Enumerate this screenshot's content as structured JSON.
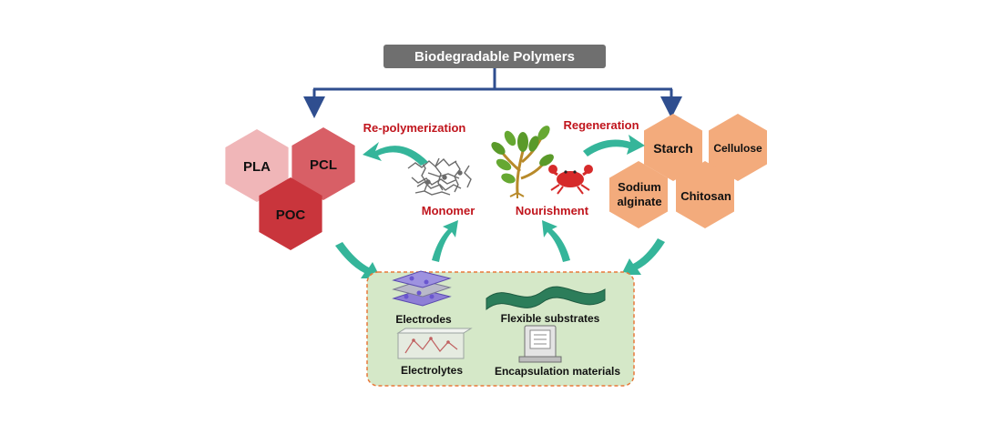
{
  "title": "Biodegradable Polymers",
  "synthetic_polymers": {
    "pla": "PLA",
    "pcl": "PCL",
    "poc": "POC"
  },
  "natural_polymers": {
    "starch": "Starch",
    "cellulose": "Cellulose",
    "sodium_alginate_line1": "Sodium",
    "sodium_alginate_line2": "alginate",
    "chitosan": "Chitosan"
  },
  "labels": {
    "repolymerization": "Re-polymerization",
    "regeneration": "Regeneration",
    "monomer": "Monomer",
    "nourishment": "Nourishment"
  },
  "applications": {
    "electrodes": "Electrodes",
    "flexible_substrates": "Flexible substrates",
    "electrolytes": "Electrolytes",
    "encapsulation_materials": "Encapsulation materials"
  },
  "colors": {
    "title_bg": "#6f6f6f",
    "connector": "#2f4e8f",
    "flow_arrow": "#35b59a",
    "red_text": "#c0141c",
    "pla": "#f0b6b8",
    "pcl": "#d85f66",
    "poc": "#c9353c",
    "natural_hex": "#f3ab7c",
    "panel_fill": "#d5e8c8",
    "panel_border": "#e8793a"
  }
}
